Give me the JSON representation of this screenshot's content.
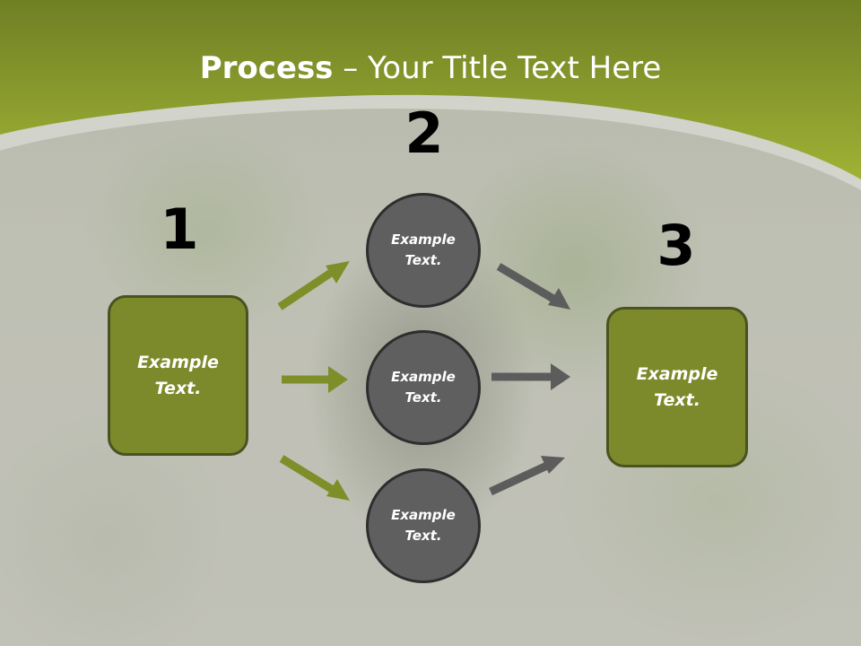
{
  "title": {
    "bold": "Process",
    "rest": " – Your Title Text Here"
  },
  "steps": {
    "n1": "1",
    "n2": "2",
    "n3": "3"
  },
  "left_box": {
    "text": "Example Text."
  },
  "right_box": {
    "text": "Example Text."
  },
  "circles": [
    {
      "text": "Example Text."
    },
    {
      "text": "Example Text."
    },
    {
      "text": "Example Text."
    }
  ],
  "colors": {
    "header_green": "#8fa32d",
    "box_green": "#7c8a2b",
    "circle_gray": "#5f5f5f",
    "arrow_green": "#7e8f2a",
    "arrow_gray": "#5c5c5c"
  }
}
